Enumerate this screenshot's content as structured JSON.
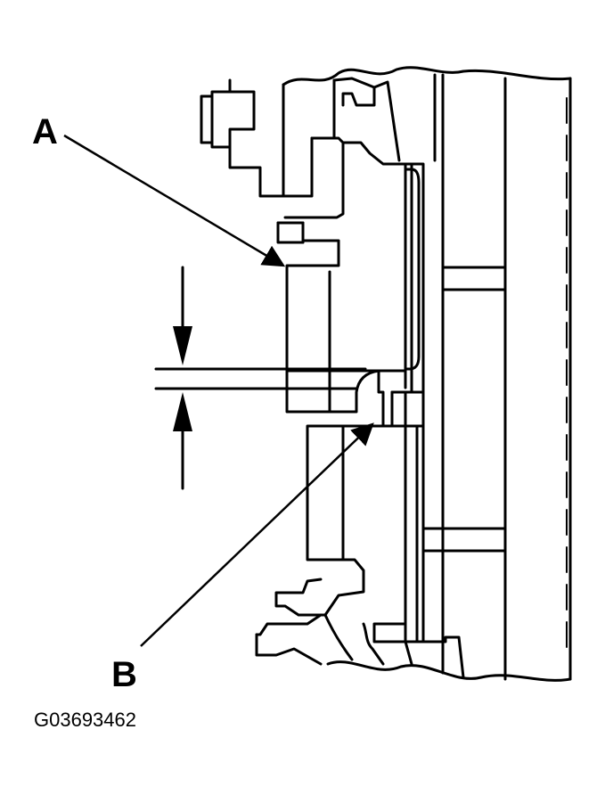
{
  "callouts": {
    "a": "A",
    "b": "B"
  },
  "figure_id": "G03693462",
  "colors": {
    "ink": "#000000",
    "paper": "#ffffff"
  }
}
